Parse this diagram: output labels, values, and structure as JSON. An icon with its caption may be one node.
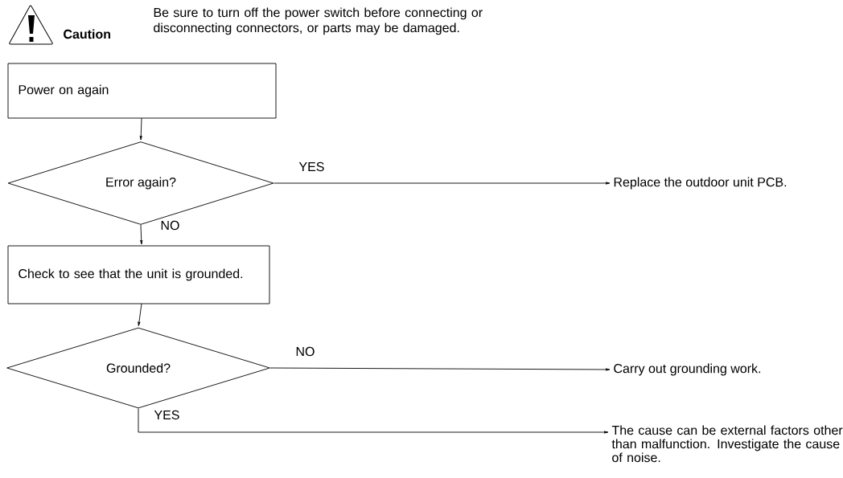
{
  "diagram": {
    "nodes": [
      {
        "text": [
          "Power on again"
        ]
      },
      {
        "text": [
          "Error again?"
        ]
      },
      {
        "text": [
          "Replace the outdoor unit PCB."
        ]
      },
      {
        "text": [
          "Check to see that the unit is grounded."
        ]
      },
      {
        "text": [
          "Grounded?"
        ]
      },
      {
        "text": [
          "Carry out grounding work."
        ]
      },
      {
        "text": [
          "The cause can be external factors other than malfunction. Investigate the cause of noise."
        ]
      }
    ],
    "edges": [
      {
        "from": 0,
        "to": 1,
        "arrow": "to"
      },
      {
        "from": 1,
        "to": 2,
        "arrow": "to",
        "label": "YES"
      },
      {
        "from": 1,
        "to": 3,
        "arrow": "to",
        "label": "NO"
      },
      {
        "from": 3,
        "to": 4,
        "arrow": "to"
      },
      {
        "from": 4,
        "to": 5,
        "arrow": "to",
        "label": "NO"
      },
      {
        "from": 4,
        "to": 6,
        "arrow": "to",
        "label": "YES"
      }
    ],
    "labels": [
      "Caution",
      "Be sure to turn off the power switch before connecting or disconnecting connectors, or parts may be damaged."
    ]
  }
}
